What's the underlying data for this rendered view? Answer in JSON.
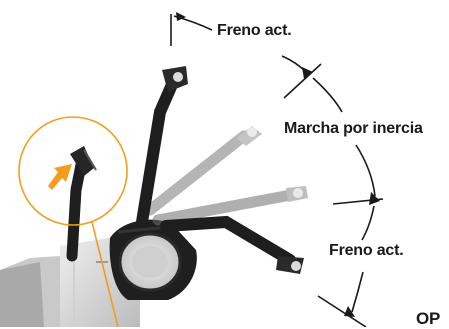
{
  "labels": {
    "brake_top": "Freno act.",
    "coasting": "Marcha por inercia",
    "brake_bottom": "Freno act.",
    "corner": "OP"
  },
  "colors": {
    "accent_orange": "#f39c1e",
    "ink": "#1a1a1a",
    "handle_dark": "#1e1e1e",
    "handle_ghost": "#b8b8b8",
    "body_grey": "#d9d9d9"
  },
  "icons": {
    "arrow": "orange-arrow-icon"
  }
}
